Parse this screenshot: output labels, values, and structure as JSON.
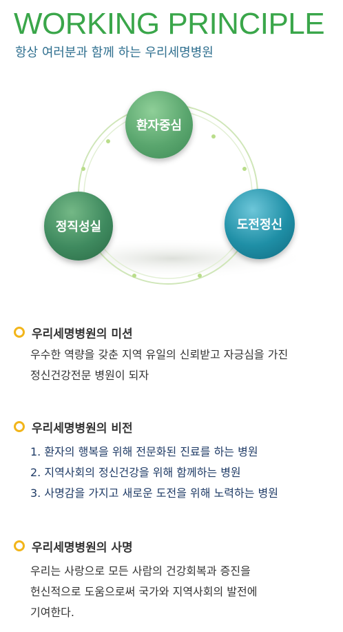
{
  "header": {
    "title": "WORKING PRINCIPLE",
    "subtitle": "항상 여러분과 함께 하는 우리세명병원"
  },
  "diagram": {
    "nodes": [
      {
        "label": "환자중심",
        "color": "#5aa66e"
      },
      {
        "label": "정직성실",
        "color": "#3f8a5f"
      },
      {
        "label": "도전정신",
        "color": "#1f8fa6"
      }
    ]
  },
  "sections": [
    {
      "title": "우리세명병원의 미션",
      "lines": [
        "우수한 역량을 갖춘 지역 유일의 신뢰받고 자긍심을 가진",
        "정신건강전문 병원이 되자"
      ]
    },
    {
      "title": "우리세명병원의 비전",
      "lines": [
        "1. 환자의 행복을 위해 전문화된 진료를 하는 병원",
        "2. 지역사회의 정신건강을 위해 함께하는 병원",
        "3. 사명감을 가지고 새로운 도전을 위해 노력하는 병원"
      ]
    },
    {
      "title": "우리세명병원의 사명",
      "lines": [
        "우리는 사랑으로 모든 사람의 건강회복과 증진을",
        "헌신적으로 도움으로써 국가와 지역사회의 발전에",
        "기여한다."
      ]
    }
  ],
  "colors": {
    "title_green": "#3aa64a",
    "subtitle_blue": "#2f6f8f",
    "bullet_yellow": "#f2b51a"
  }
}
